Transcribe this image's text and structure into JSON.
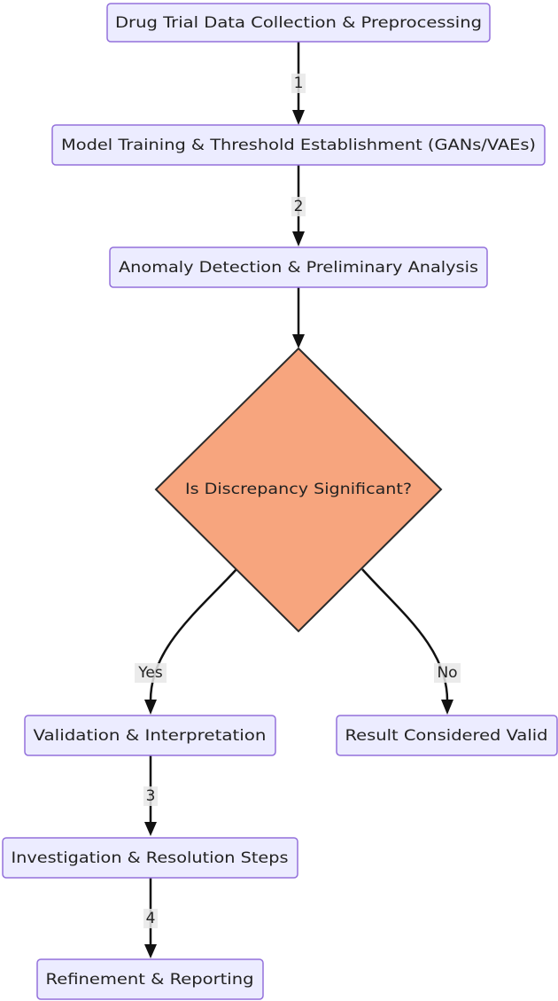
{
  "nodes": {
    "collect": "Drug Trial Data Collection & Preprocessing",
    "train": "Model Training & Threshold Establishment (GANs/VAEs)",
    "detect": "Anomaly Detection & Preliminary Analysis",
    "decision": "Is Discrepancy Significant?",
    "validate": "Validation & Interpretation",
    "valid": "Result Considered Valid",
    "investigate": "Investigation & Resolution Steps",
    "refine": "Refinement & Reporting"
  },
  "edges": {
    "e1": "1",
    "e2": "2",
    "yes": "Yes",
    "no": "No",
    "e3": "3",
    "e4": "4"
  },
  "colors": {
    "node_fill": "#ECECFF",
    "node_border": "#9370DB",
    "decision_fill": "#F7A57E"
  }
}
